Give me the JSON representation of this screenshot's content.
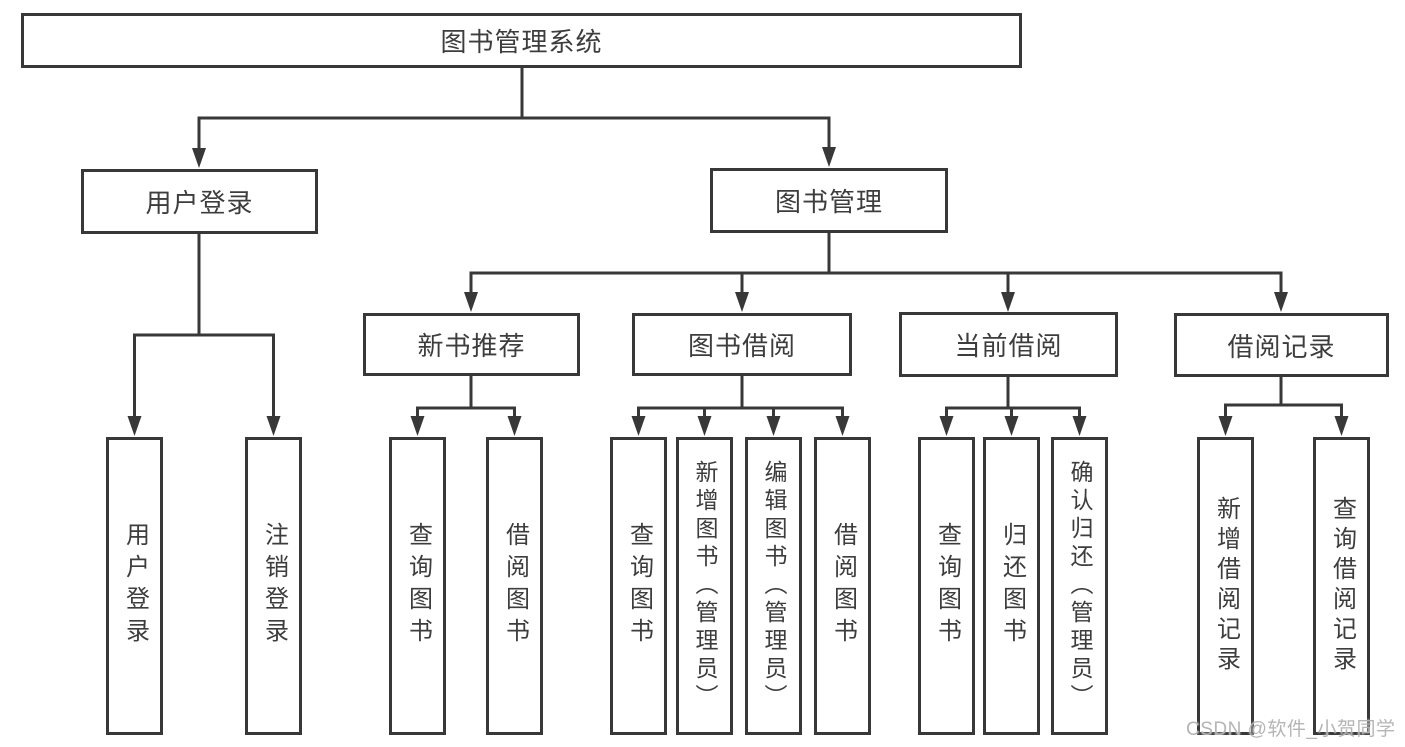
{
  "diagram": {
    "root": {
      "label": "图书管理系统"
    },
    "user": {
      "label": "用户登录",
      "children": [
        {
          "label": "用户登录"
        },
        {
          "label": "注销登录"
        }
      ]
    },
    "book": {
      "label": "图书管理",
      "sections": [
        {
          "label": "新书推荐",
          "children": [
            {
              "label": "查询图书"
            },
            {
              "label": "借阅图书"
            }
          ]
        },
        {
          "label": "图书借阅",
          "children": [
            {
              "label": "查询图书"
            },
            {
              "label": "新增图书（管理员）"
            },
            {
              "label": "编辑图书（管理员）"
            },
            {
              "label": "借阅图书"
            }
          ]
        },
        {
          "label": "当前借阅",
          "children": [
            {
              "label": "查询图书"
            },
            {
              "label": "归还图书"
            },
            {
              "label": "确认归还（管理员）"
            }
          ]
        },
        {
          "label": "借阅记录",
          "children": [
            {
              "label": "新增借阅记录"
            },
            {
              "label": "查询借阅记录"
            }
          ]
        }
      ]
    }
  },
  "watermark": {
    "label": "CSDN @软件_小贺同学"
  },
  "colors": {
    "line": "#383838",
    "text": "#3d3d3d",
    "background": "#ffffff",
    "watermark": "#b1b1b1"
  }
}
